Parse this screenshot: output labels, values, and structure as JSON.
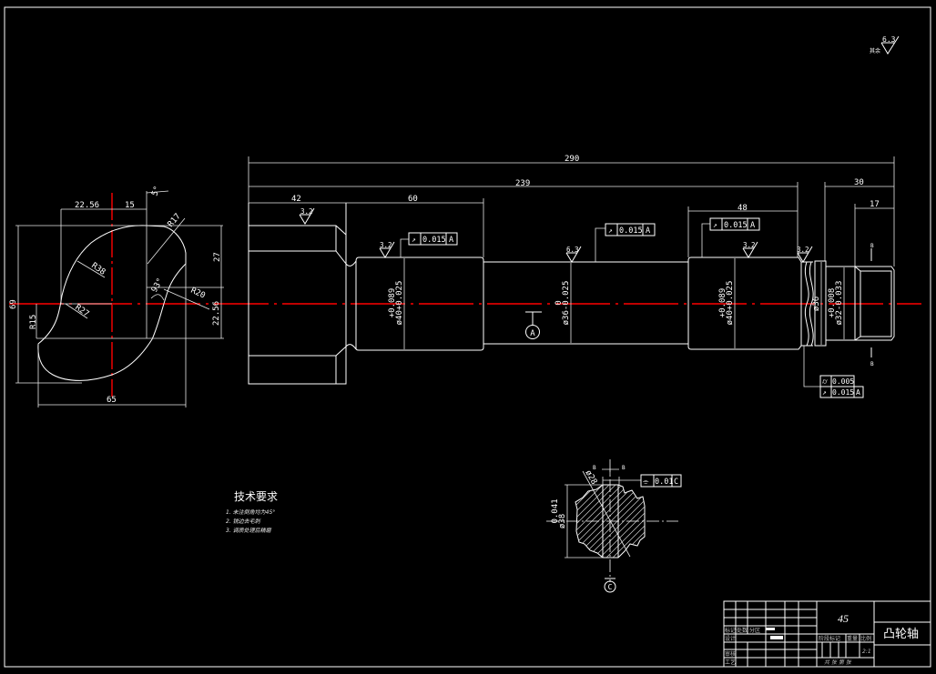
{
  "colors": {
    "background": "#000000",
    "lines": "#ffffff",
    "centerline": "#ff0000"
  },
  "general_roughness": {
    "prefix": "其余",
    "value": "6.3"
  },
  "cam_view": {
    "dim_top_left": "22.56",
    "dim_top_right": "15",
    "angle_top": "5°",
    "radius_top_right": "R17",
    "dim_right_upper": "27",
    "radius_large": "R38",
    "dim_overall_height": "69",
    "radius_right": "R20",
    "angle_inner": "93°",
    "radius_center": "R27",
    "dim_right_lower": "22.56",
    "radius_bottom_left": "R15",
    "dim_overall_width": "65"
  },
  "shaft_view": {
    "dim_total_length": "290",
    "dim_length_239": "239",
    "dim_flange": "42",
    "dim_seg2": "60",
    "dim_seg4": "48",
    "dim_end": "30",
    "dim_thread": "17",
    "seg2_diameter": {
      "upper": "+0.089",
      "main": "ø40+0.025"
    },
    "seg3_diameter": {
      "upper": "0",
      "main": "ø36-0.025"
    },
    "seg4_diameter": {
      "upper": "+0.089",
      "main": "ø40+0.025"
    },
    "neck_diameter": "ø36",
    "seg5_diameter": {
      "upper": "+0.008",
      "main": "ø32-0.033"
    },
    "roughness": [
      "3.2",
      "3.2",
      "6.3",
      "3.2",
      "3.2"
    ],
    "runout_frames": [
      {
        "symbol": "↗",
        "value": "0.015",
        "datum": "A"
      },
      {
        "symbol": "↗",
        "value": "0.015",
        "datum": "A"
      },
      {
        "symbol": "↗",
        "value": "0.015",
        "datum": "A"
      }
    ],
    "end_frames": [
      {
        "symbol": "⌭",
        "value": "0.005"
      },
      {
        "symbol": "↗",
        "value": "0.015",
        "datum": "A"
      }
    ],
    "datum_label": "A",
    "section_mark": "B"
  },
  "section_view": {
    "label_left": "B",
    "label_right": "B",
    "keyway_width_label": "ø28",
    "diameter_main": "ø38",
    "diameter_tol": "0.041",
    "symmetry_frame": {
      "symbol": "⌯",
      "value": "0.01",
      "datum": "C"
    },
    "datum_label": "C"
  },
  "tech_requirements": {
    "title": "技术要求",
    "items": [
      "1. 未注倒角均为45°",
      "2. 锐边去毛刺",
      "3. 调质处理后精磨"
    ]
  },
  "title_block": {
    "part_name": "凸轮轴",
    "material": "45",
    "scale": "2:1",
    "labels": {
      "mark": "标记",
      "count": "处数",
      "zone": "分区",
      "design": "设计",
      "review": "审核",
      "process": "工艺",
      "stage_mark": "阶段标记",
      "weight": "重量",
      "scale_label": "比例",
      "sheets": "共 张  第 张"
    }
  }
}
